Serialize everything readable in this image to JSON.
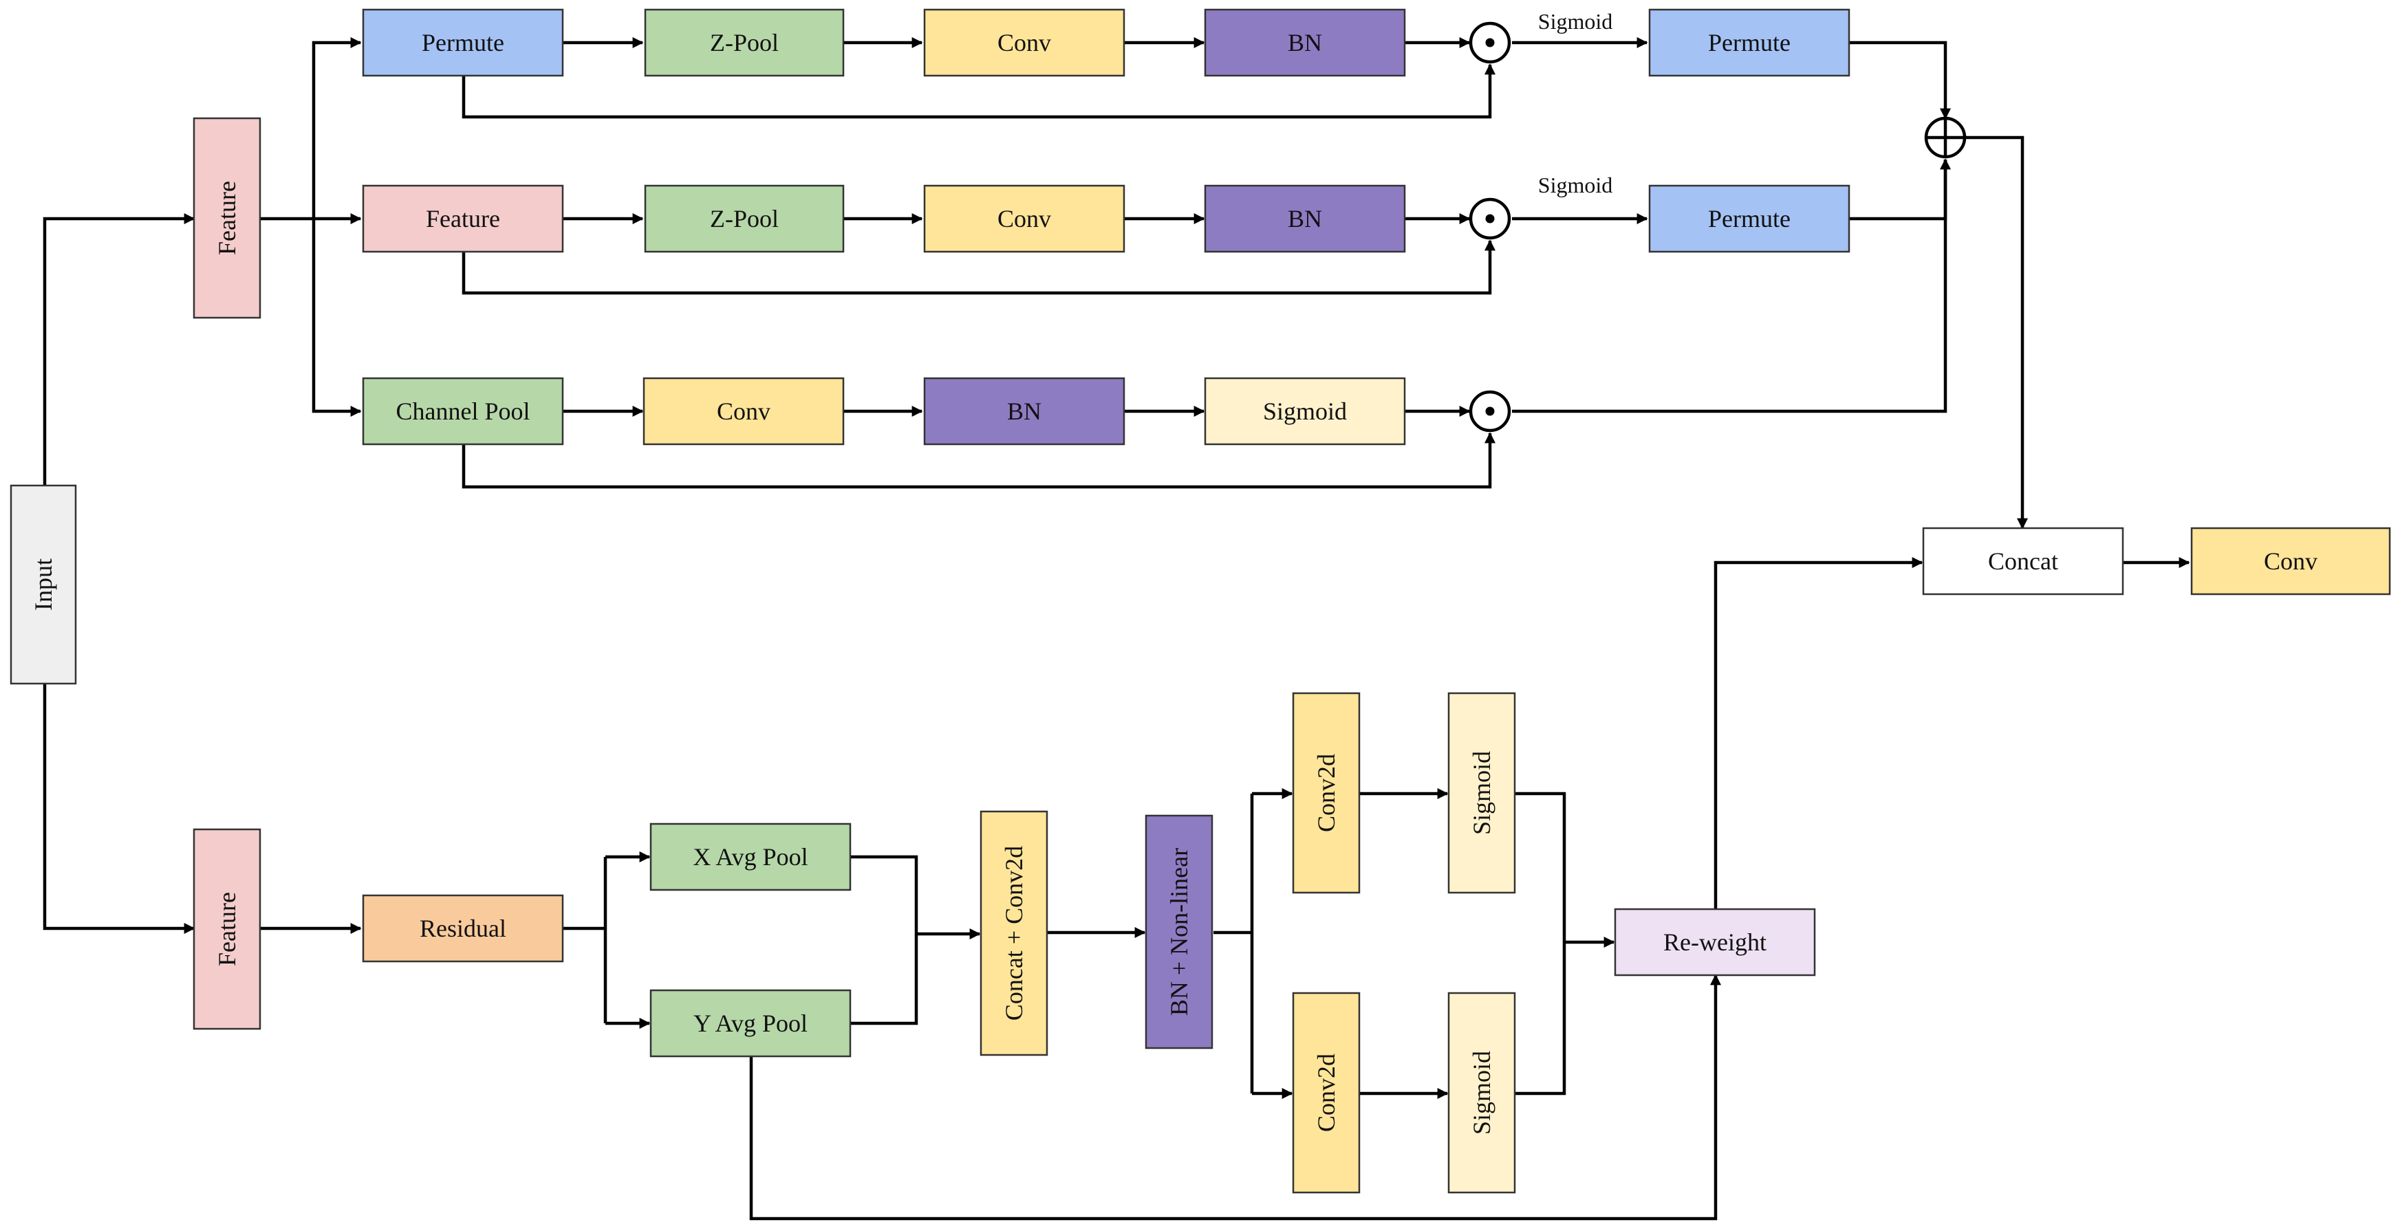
{
  "colors": {
    "blue": "#A4C2F4",
    "green": "#B6D7A8",
    "yellow": "#FFE599",
    "purple": "#8E7CC3",
    "pink": "#F4CCCC",
    "light_yellow": "#FFF2CC",
    "orange": "#F9CB9C",
    "lavender": "#EEE1F4",
    "gray": "#EFEFEF",
    "white": "#FFFFFF",
    "line": "#000000"
  },
  "nodes": {
    "input": "Input",
    "feature_top": "Feature",
    "feature_bottom": "Feature",
    "b1_permute": "Permute",
    "b1_zpool": "Z-Pool",
    "b1_conv": "Conv",
    "b1_bn": "BN",
    "b1_sigmoid_label": "Sigmoid",
    "b1_permute_out": "Permute",
    "b2_feature": "Feature",
    "b2_zpool": "Z-Pool",
    "b2_conv": "Conv",
    "b2_bn": "BN",
    "b2_sigmoid_label": "Sigmoid",
    "b2_permute_out": "Permute",
    "b3_channel_pool": "Channel Pool",
    "b3_conv": "Conv",
    "b3_bn": "BN",
    "b3_sigmoid": "Sigmoid",
    "concat": "Concat",
    "conv_out": "Conv",
    "residual": "Residual",
    "x_avg_pool": "X Avg Pool",
    "y_avg_pool": "Y Avg Pool",
    "concat_conv2d": "Concat + Conv2d",
    "bn_nonlinear": "BN + Non-linear",
    "conv2d_top": "Conv2d",
    "sigmoid_top": "Sigmoid",
    "conv2d_bottom": "Conv2d",
    "sigmoid_bottom": "Sigmoid",
    "reweight": "Re-weight"
  }
}
